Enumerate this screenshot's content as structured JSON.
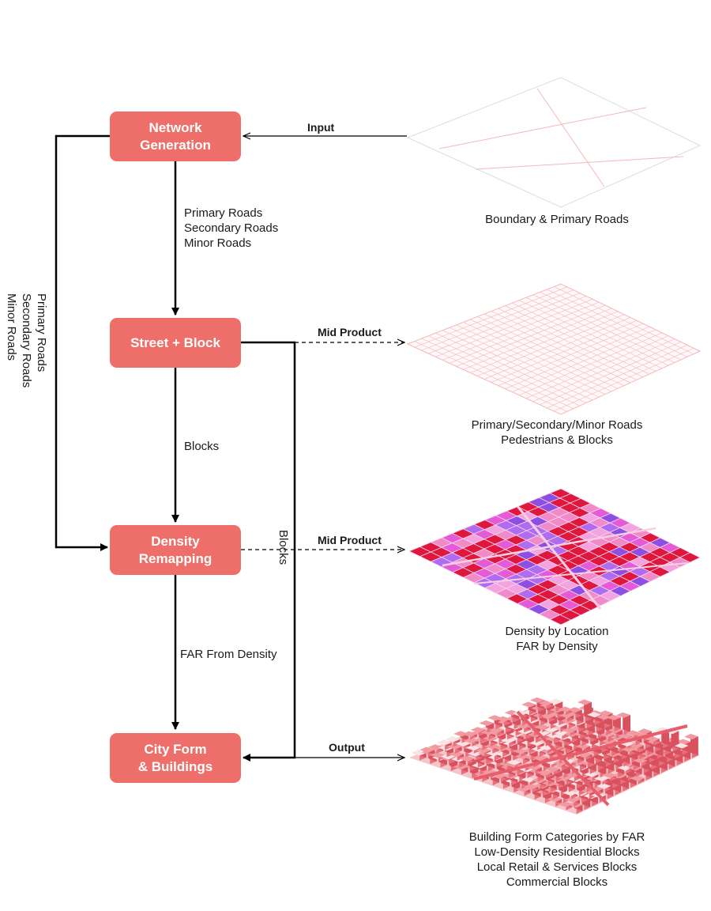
{
  "nodes": {
    "network_generation": "Network\nGeneration",
    "street_block": "Street + Block",
    "density_remapping": "Density\nRemapping",
    "city_form": "City Form\n& Buildings"
  },
  "edge_labels": {
    "roads_down": "Primary Roads\nSecondary Roads\nMinor Roads",
    "roads_side": "Primary Roads\nSecondary Roads\nMinor Roads",
    "blocks_down": "Blocks",
    "blocks_side": "Blocks",
    "far": "FAR From Density",
    "input": "Input",
    "mid_product_1": "Mid Product",
    "mid_product_2": "Mid Product",
    "output": "Output"
  },
  "captions": {
    "boundary": "Boundary & Primary Roads",
    "roads_blocks": "Primary/Secondary/Minor Roads\nPedestrians & Blocks",
    "density": "Density by Location\nFAR by Density",
    "building": "Building Form Categories by FAR\nLow-Density Residential Blocks\nLocal Retail & Services Blocks\nCommercial Blocks"
  },
  "colors": {
    "node_fill": "#ee6e69",
    "road_line": "#f3b9bd",
    "density_purple": "#b06cf0",
    "density_magenta": "#e55ad6",
    "density_red": "#e0173d",
    "building_pink": "#f19aa1"
  }
}
